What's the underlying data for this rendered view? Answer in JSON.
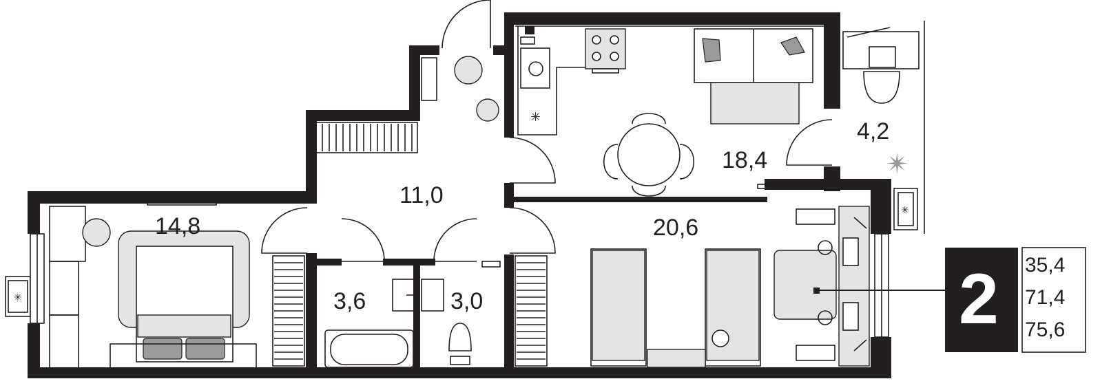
{
  "floorplan": {
    "rooms": [
      {
        "id": "bedroom",
        "area": "14,8"
      },
      {
        "id": "hall",
        "area": "11,0"
      },
      {
        "id": "kitchen-living",
        "area": "18,4"
      },
      {
        "id": "balcony",
        "area": "4,2"
      },
      {
        "id": "bedroom-2",
        "area": "20,6"
      },
      {
        "id": "bathroom",
        "area": "3,6"
      },
      {
        "id": "toilet",
        "area": "3,0"
      }
    ],
    "summary": {
      "rooms_count": "2",
      "areas": [
        "35,4",
        "71,4",
        "75,6"
      ],
      "colors": {
        "badge": "#231f20",
        "walls": "#231f20",
        "furniture_fill": "#e4e4e4"
      }
    }
  }
}
